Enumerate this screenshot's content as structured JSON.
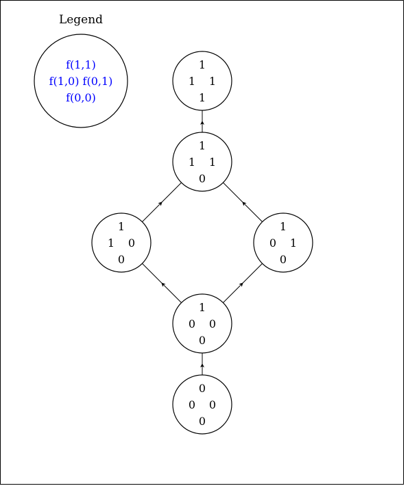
{
  "legend": {
    "title": "Legend",
    "lines": [
      "f(1,1)",
      "f(1,0) f(0,1)",
      "f(0,0)"
    ],
    "text_color": "#0000ff"
  },
  "nodes": [
    {
      "id": "n1111",
      "top": "1",
      "left": "1",
      "right": "1",
      "bottom": "1"
    },
    {
      "id": "n1110",
      "top": "1",
      "left": "1",
      "right": "1",
      "bottom": "0"
    },
    {
      "id": "n1100",
      "top": "1",
      "left": "1",
      "right": "0",
      "bottom": "0"
    },
    {
      "id": "n1010",
      "top": "1",
      "left": "0",
      "right": "1",
      "bottom": "0"
    },
    {
      "id": "n1000",
      "top": "1",
      "left": "0",
      "right": "0",
      "bottom": "0"
    },
    {
      "id": "n0000",
      "top": "0",
      "left": "0",
      "right": "0",
      "bottom": "0"
    }
  ],
  "edges": [
    {
      "from": "n0000",
      "to": "n1000"
    },
    {
      "from": "n1000",
      "to": "n1100"
    },
    {
      "from": "n1000",
      "to": "n1010"
    },
    {
      "from": "n1100",
      "to": "n1110"
    },
    {
      "from": "n1010",
      "to": "n1110"
    },
    {
      "from": "n1110",
      "to": "n1111"
    }
  ]
}
